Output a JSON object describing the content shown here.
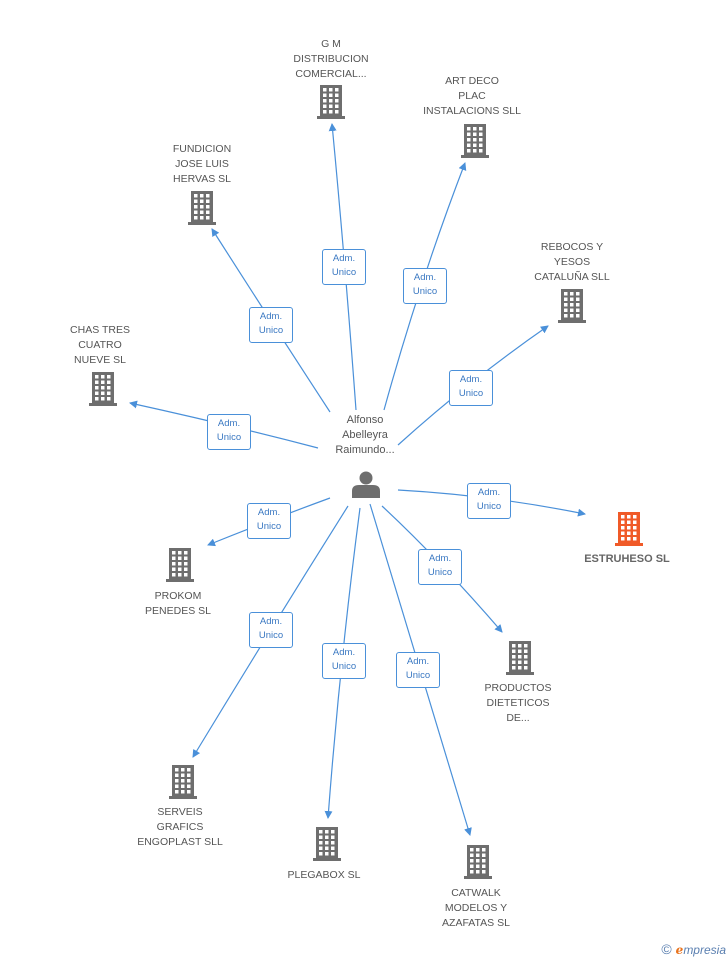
{
  "center": {
    "name": "Alfonso\nAbelleyra\nRaimundo..."
  },
  "relation": {
    "line1": "Adm.",
    "line2": "Unico"
  },
  "companies": [
    {
      "id": "gm",
      "name": "G M\nDISTRIBUCION\nCOMERCIAL...",
      "highlight": false
    },
    {
      "id": "artdeco",
      "name": "ART DECO\nPLAC\nINSTALACIONS SLL",
      "highlight": false
    },
    {
      "id": "fundicion",
      "name": "FUNDICION\nJOSE LUIS\nHERVAS SL",
      "highlight": false
    },
    {
      "id": "rebocos",
      "name": "REBOCOS Y\nYESOS\nCATALUÑA SLL",
      "highlight": false
    },
    {
      "id": "chas",
      "name": "CHAS TRES\nCUATRO\nNUEVE SL",
      "highlight": false
    },
    {
      "id": "estruheso",
      "name": "ESTRUHESO SL",
      "highlight": true
    },
    {
      "id": "prokom",
      "name": "PROKOM\nPENEDES SL",
      "highlight": false
    },
    {
      "id": "productos",
      "name": "PRODUCTOS\nDIETETICOS\nDE...",
      "highlight": false
    },
    {
      "id": "serveis",
      "name": "SERVEIS\nGRAFICS\nENGOPLAST SLL",
      "highlight": false
    },
    {
      "id": "plegabox",
      "name": "PLEGABOX SL",
      "highlight": false
    },
    {
      "id": "catwalk",
      "name": "CATWALK\nMODELOS Y\nAZAFATAS SL",
      "highlight": false
    }
  ],
  "colors": {
    "edge": "#4a90d9",
    "building": "#6e6e6e",
    "building_highlight": "#f05a28",
    "person": "#6e6e6e"
  },
  "footer": {
    "copyright_symbol": "©",
    "brand_initial": "e",
    "brand_rest": "mpresia"
  }
}
